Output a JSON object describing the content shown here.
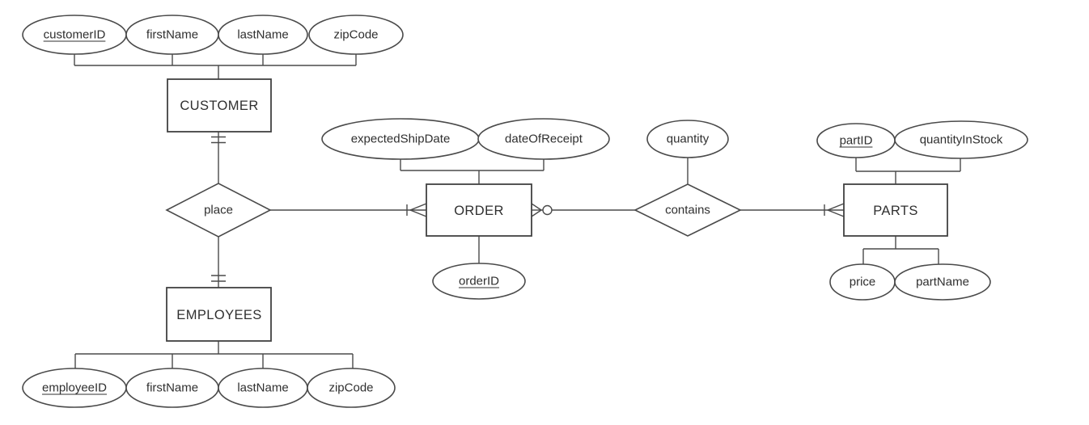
{
  "diagram_type": "entity-relationship-diagram",
  "colors": {
    "background": "#ffffff",
    "shape_fill": "#ffffff",
    "shape_stroke": "#4a4a4a",
    "connector_line": "#4a4a4a",
    "text": "#2f2f2f"
  },
  "entities": {
    "customer": "CUSTOMER",
    "order": "ORDER",
    "parts": "PARTS",
    "employees": "EMPLOYEES"
  },
  "relationships": {
    "place": "place",
    "contains": "contains"
  },
  "attributes": {
    "customer": {
      "customer_id": "customerID",
      "first_name": "firstName",
      "last_name": "lastName",
      "zip_code": "zipCode"
    },
    "order": {
      "expected_ship_date": "expectedShipDate",
      "date_of_receipt": "dateOfReceipt",
      "order_id": "orderID"
    },
    "contains": {
      "quantity": "quantity"
    },
    "parts": {
      "part_id": "partID",
      "quantity_in_stock": "quantityInStock",
      "price": "price",
      "part_name": "partName"
    },
    "employees": {
      "employee_id": "employeeID",
      "first_name": "firstName",
      "last_name": "lastName",
      "zip_code": "zipCode"
    }
  },
  "primary_key_attributes": [
    "customerID",
    "orderID",
    "partID",
    "employeeID"
  ],
  "cardinality": {
    "customer_place": "one-and-only-one",
    "employees_place": "one-and-only-one",
    "place_order": "one-or-many",
    "order_contains": "zero-or-many",
    "contains_parts": "one-or-many"
  }
}
